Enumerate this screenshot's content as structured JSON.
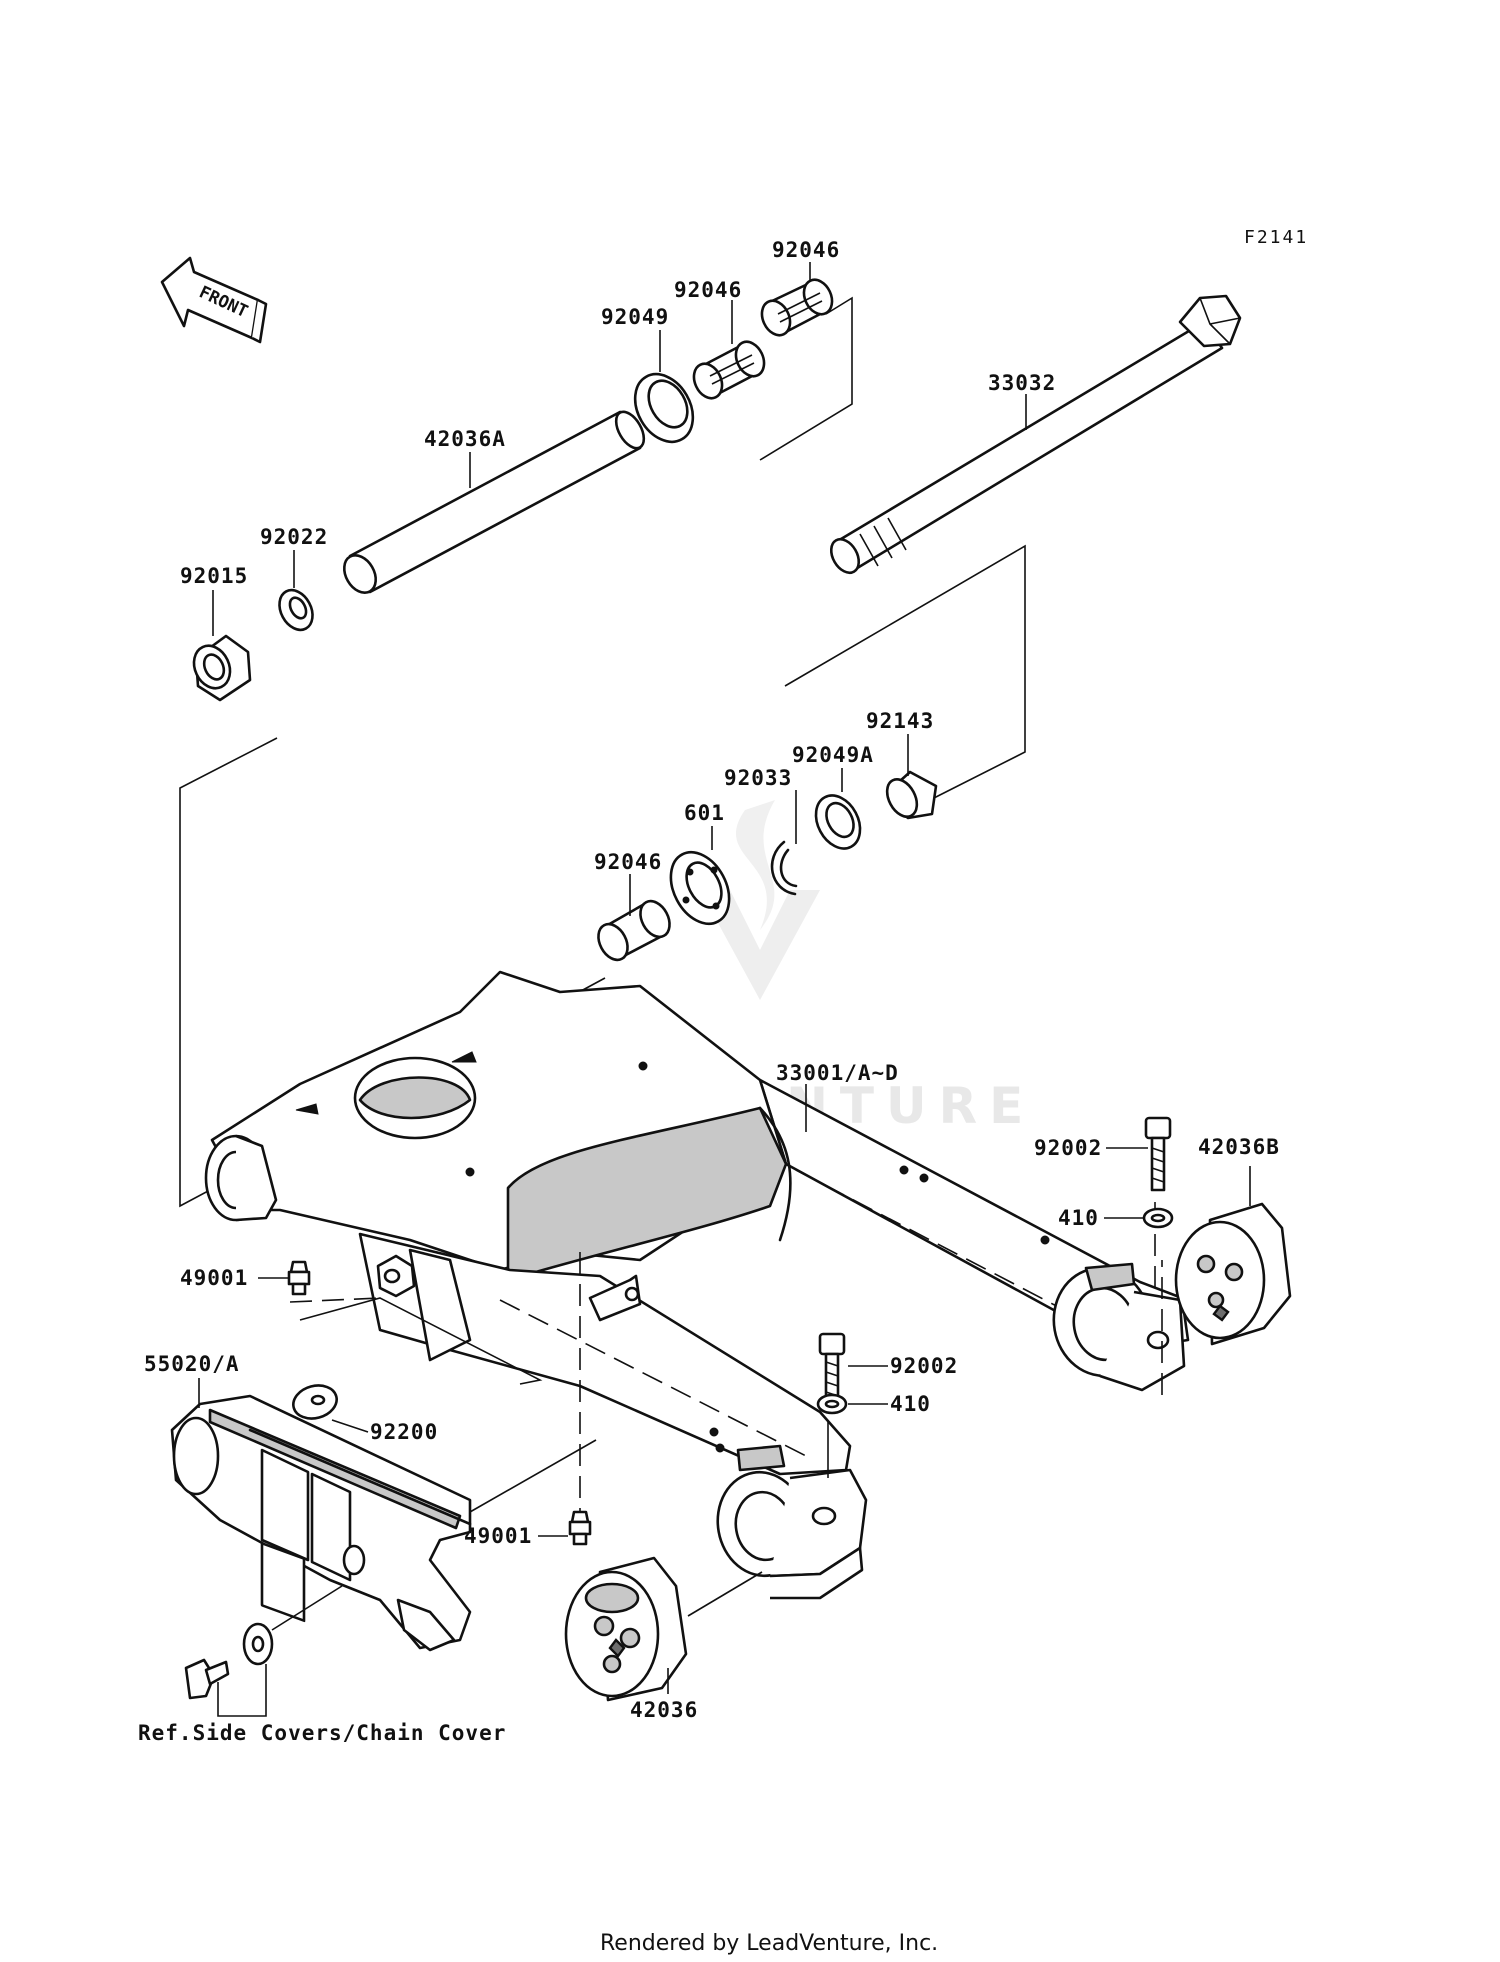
{
  "diagram": {
    "code": "F2141",
    "front_label": "FRONT",
    "footer": "Rendered by LeadVenture, Inc.",
    "watermark": "LEADVENTURE",
    "reference_note": "Ref.Side Covers/Chain Cover",
    "callouts": [
      {
        "id": "92046-top",
        "text": "92046"
      },
      {
        "id": "92046-mid",
        "text": "92046"
      },
      {
        "id": "92049",
        "text": "92049"
      },
      {
        "id": "33032",
        "text": "33032"
      },
      {
        "id": "42036A",
        "text": "42036A"
      },
      {
        "id": "92022",
        "text": "92022"
      },
      {
        "id": "92015",
        "text": "92015"
      },
      {
        "id": "92143",
        "text": "92143"
      },
      {
        "id": "92049A",
        "text": "92049A"
      },
      {
        "id": "92033",
        "text": "92033"
      },
      {
        "id": "601",
        "text": "601"
      },
      {
        "id": "92046-low",
        "text": "92046"
      },
      {
        "id": "33001",
        "text": "33001/A~D"
      },
      {
        "id": "92002-right",
        "text": "92002"
      },
      {
        "id": "42036B",
        "text": "42036B"
      },
      {
        "id": "410-right",
        "text": "410"
      },
      {
        "id": "49001-upper",
        "text": "49001"
      },
      {
        "id": "55020",
        "text": "55020/A"
      },
      {
        "id": "92200",
        "text": "92200"
      },
      {
        "id": "92002-center",
        "text": "92002"
      },
      {
        "id": "410-center",
        "text": "410"
      },
      {
        "id": "49001-lower",
        "text": "49001"
      },
      {
        "id": "42036",
        "text": "42036"
      }
    ]
  }
}
